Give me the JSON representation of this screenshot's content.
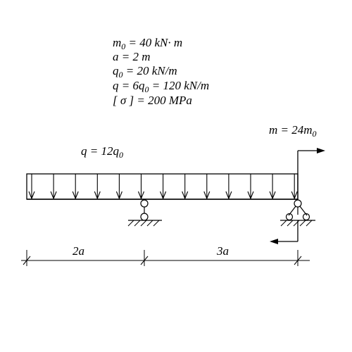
{
  "given": {
    "m0": {
      "sym": "m",
      "sub": "0",
      "rest": " = 40 kN· m"
    },
    "a": {
      "text": "a = 2 m"
    },
    "q0": {
      "sym": "q",
      "sub": "0",
      "rest": " = 20 kN/m"
    },
    "q": {
      "pre": "q = 6q",
      "sub": "0",
      "rest": " = 120 kN/m"
    },
    "sigma": {
      "text": "[ σ ] = 200 MPa"
    }
  },
  "load_label": {
    "pre": "q = 12q",
    "sub": "0"
  },
  "moment_label": {
    "pre": "m = 24m",
    "sub": "0"
  },
  "dimensions": {
    "left": "2a",
    "right": "3a"
  }
}
